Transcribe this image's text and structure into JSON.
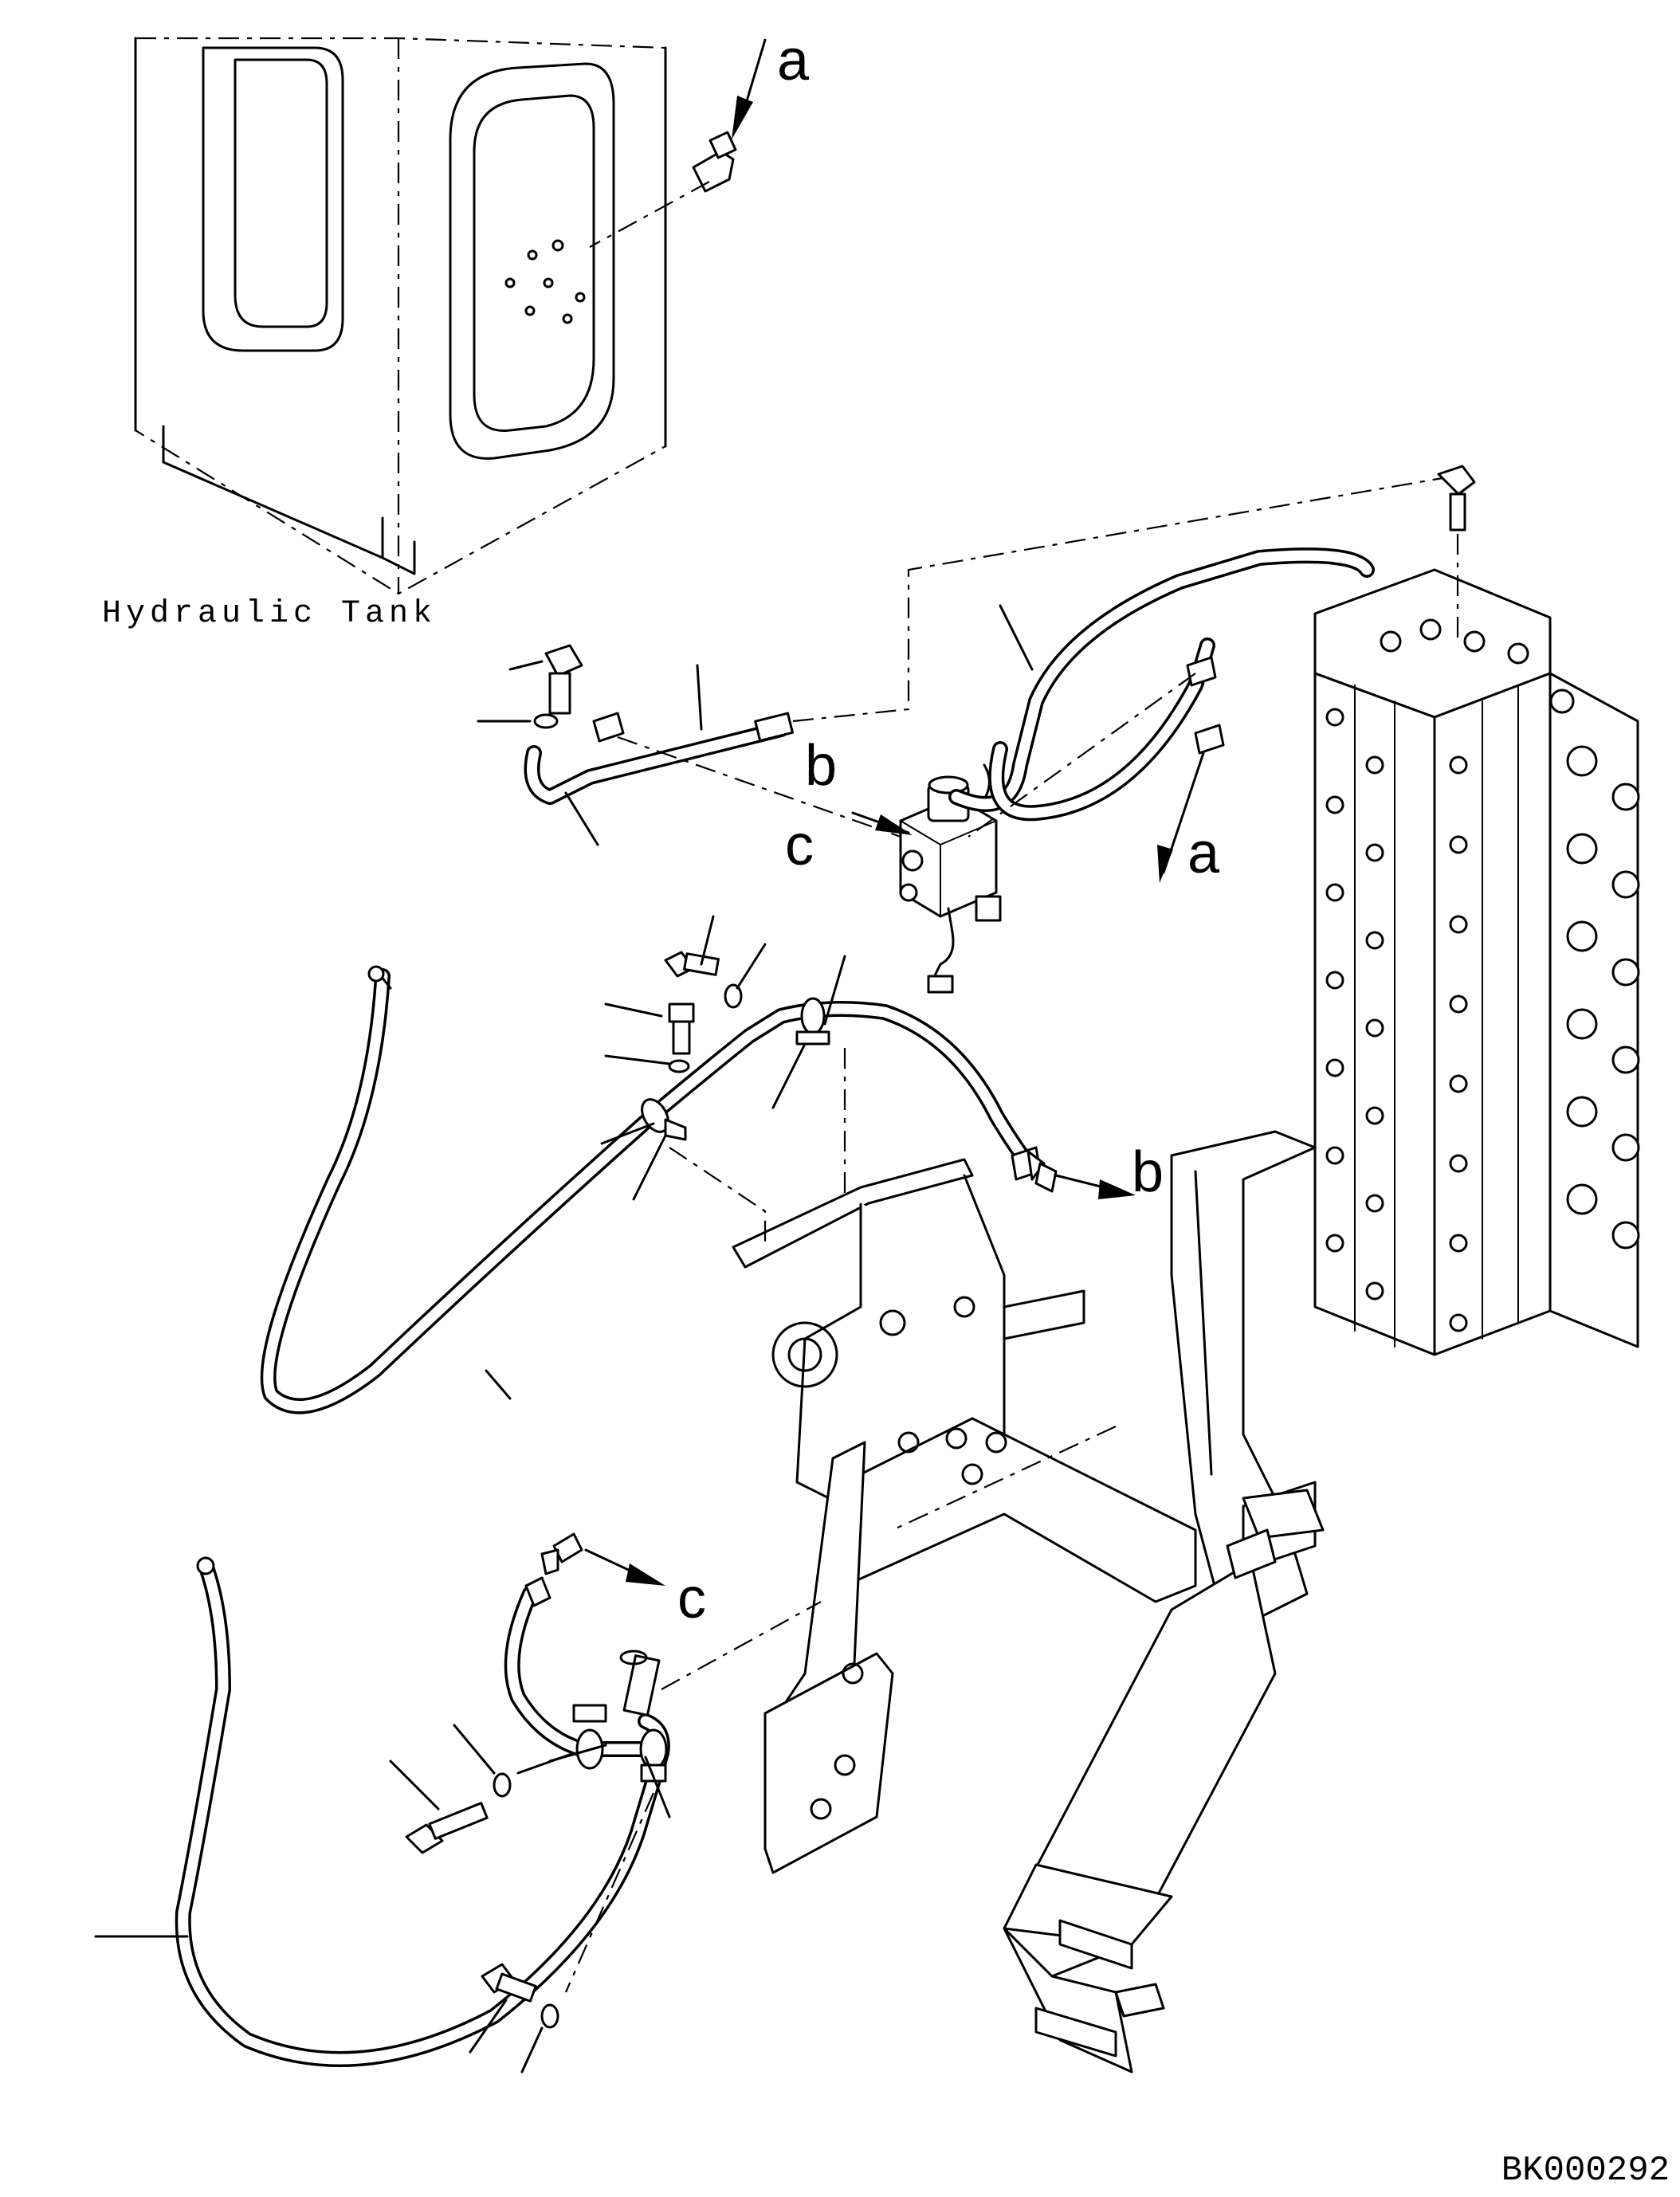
{
  "labels": {
    "hydraulic_tank": "Hydraulic Tank",
    "drawing_id": "BK000292",
    "callout_a": "a",
    "callout_b": "b",
    "callout_c": "c"
  },
  "icons": [
    "hydraulic-tank-icon",
    "control-valve-icon",
    "solenoid-valve-icon",
    "frame-bracket-icon",
    "hose-icon",
    "bolt-icon",
    "washer-icon",
    "elbow-fitting-icon"
  ]
}
